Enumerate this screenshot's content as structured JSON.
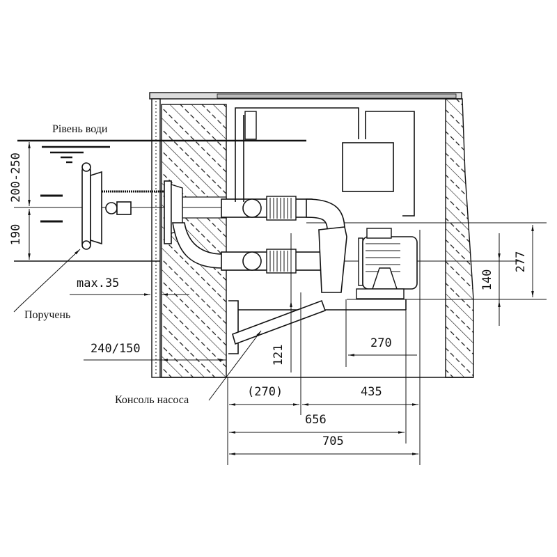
{
  "labels": {
    "water_level": "Рівень води",
    "handrail": "Поручень",
    "pump_console": "Консоль насоса"
  },
  "dimensions": {
    "water_depth": "200-250",
    "lower_height": "190",
    "max_gap": "max.35",
    "wall_thickness": "240/150",
    "console_height": "121",
    "motor_base": "270",
    "console_offset": "(270)",
    "pump_width": "435",
    "total_656": "656",
    "total_705": "705",
    "axis_140": "140",
    "axis_277": "277"
  }
}
